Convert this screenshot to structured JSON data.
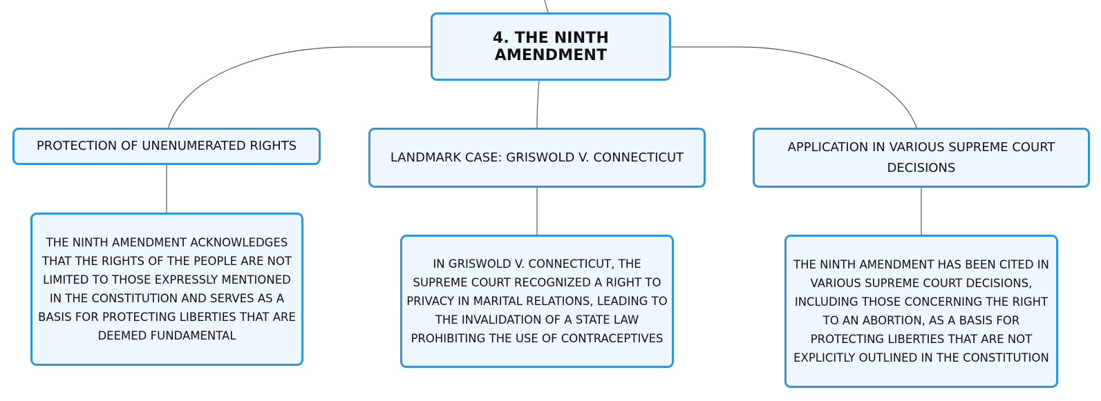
{
  "diagram": {
    "root": {
      "label": "4. THE NINTH AMENDMENT"
    },
    "branches": [
      {
        "label": "PROTECTION OF UNENUMERATED RIGHTS",
        "detail": "THE NINTH AMENDMENT ACKNOWLEDGES THAT THE RIGHTS OF THE PEOPLE ARE NOT LIMITED TO THOSE EXPRESSLY MENTIONED IN THE CONSTITUTION AND SERVES AS A BASIS FOR PROTECTING LIBERTIES THAT ARE DEEMED FUNDAMENTAL"
      },
      {
        "label": "LANDMARK CASE: GRISWOLD V. CONNECTICUT",
        "detail": "IN GRISWOLD V. CONNECTICUT, THE SUPREME COURT RECOGNIZED A RIGHT TO PRIVACY IN MARITAL RELATIONS, LEADING TO THE INVALIDATION OF A STATE LAW PROHIBITING THE USE OF CONTRACEPTIVES"
      },
      {
        "label": "APPLICATION IN VARIOUS SUPREME COURT DECISIONS",
        "detail": "THE NINTH AMENDMENT HAS BEEN CITED IN VARIOUS SUPREME COURT DECISIONS, INCLUDING THOSE CONCERNING THE RIGHT TO AN ABORTION, AS A BASIS FOR PROTECTING LIBERTIES THAT ARE NOT EXPLICITLY OUTLINED IN THE CONSTITUTION"
      }
    ],
    "colors": {
      "node_border": "#2f95dc",
      "node_fill": "#eef7fd",
      "connector": "#555555",
      "text": "#111111"
    }
  }
}
